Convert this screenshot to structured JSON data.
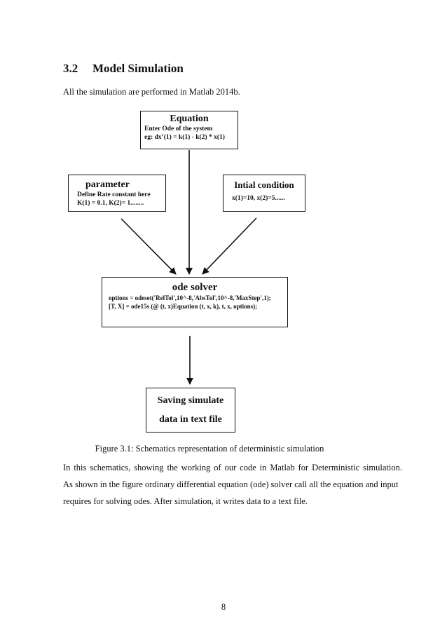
{
  "section": {
    "number": "3.2",
    "title": "Model Simulation"
  },
  "intro_text": "All the simulation are performed in Matlab 2014b.",
  "diagram": {
    "equation": {
      "title": "Equation",
      "line1": "Enter Ode of the system",
      "line2": "eg:  dx’(1) = k(1)  - k(2) * x(1)"
    },
    "parameter": {
      "title": "parameter",
      "line1": "Define Rate constant here",
      "line2": "K(1) = 0.1, K(2)= 1........"
    },
    "initial_condition": {
      "title": "Intial condition",
      "line1": "x(1)=10, x(2)=5......"
    },
    "ode_solver": {
      "title": "ode solver",
      "line1": "options = odeset('RelTol',10^-8,'AbsTol',10^-8,'MaxStep',1);",
      "line2": "[T, X] = ode15s (@ (t, x)Equation (t, x, k), t, x, options);"
    },
    "saving": {
      "line1": "Saving simulate",
      "line2": "data in text file"
    }
  },
  "caption": "Figure 3.1: Schematics representation of deterministic simulation",
  "paragraph": {
    "line1": "In this schematics, showing the working of our code in Matlab for Deterministic simulation.",
    "line2": "As shown in the figure ordinary differential equation (ode) solver call all the equation and input",
    "line3": "requires for solving odes. After simulation, it writes data to a text file."
  },
  "page_number": "8"
}
